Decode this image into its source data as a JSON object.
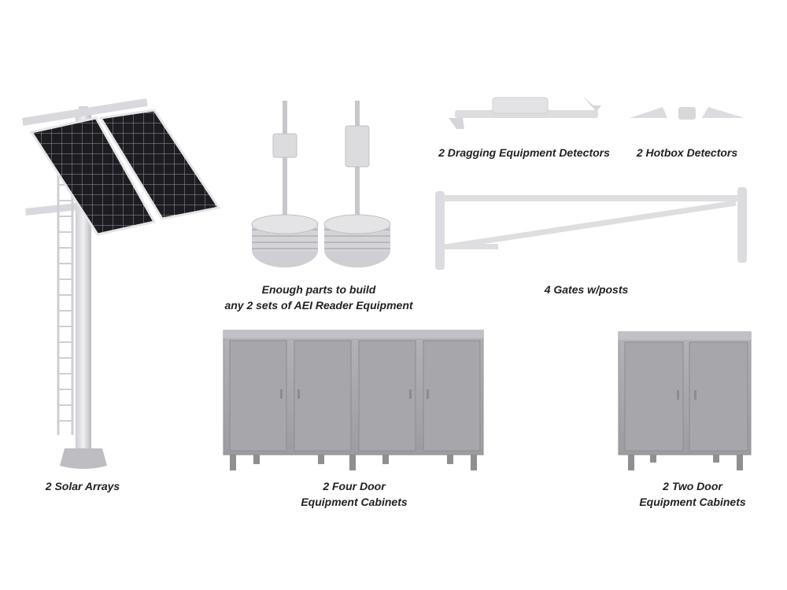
{
  "captions": {
    "solar": "2 Solar Arrays",
    "aei": [
      "Enough parts to build",
      "any 2 sets of AEI Reader Equipment"
    ],
    "dragging": "2 Dragging Equipment Detectors",
    "hotbox": "2 Hotbox Detectors",
    "gates": "4 Gates w/posts",
    "four_door": [
      "2 Four Door",
      "Equipment Cabinets"
    ],
    "two_door": [
      "2 Two Door",
      "Equipment Cabinets"
    ]
  },
  "colors": {
    "background": "#ffffff",
    "part_gray": "#d8d8dc",
    "cabinet_gray": "#a9a9ad",
    "panel_black": "#1b1b1f",
    "caption_text": "#222222"
  }
}
